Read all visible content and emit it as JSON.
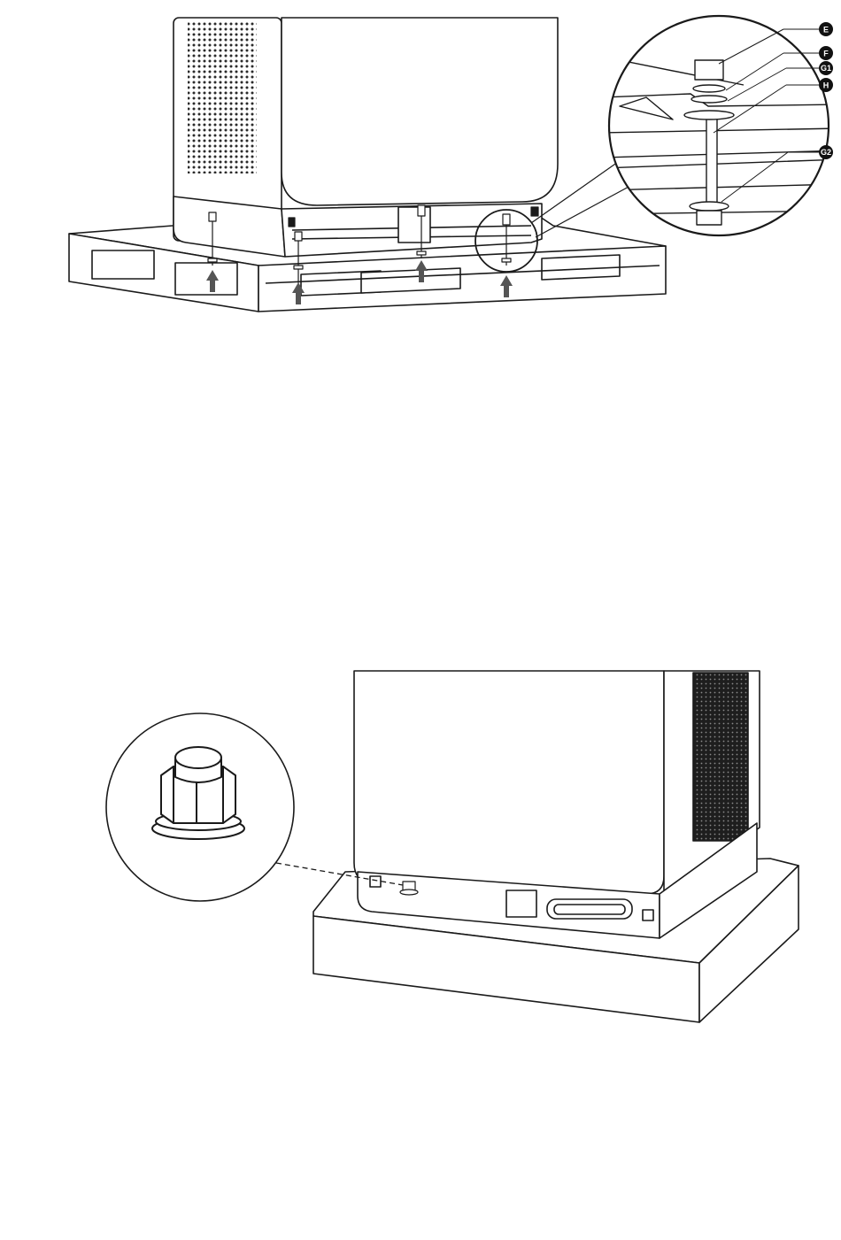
{
  "callouts": [
    {
      "id": "E",
      "text": "E"
    },
    {
      "id": "F",
      "text": "F"
    },
    {
      "id": "G1",
      "text": "G1"
    },
    {
      "id": "H",
      "text": "H"
    },
    {
      "id": "G2",
      "text": "G2"
    }
  ],
  "colors": {
    "line": "#1a1a1a",
    "arrow": "#555555",
    "vent": "#2b2b2b",
    "badge": "#111111",
    "background": "#ffffff"
  },
  "icons": [
    "up-arrow-icon",
    "hex-nut-icon",
    "magnifier-circle"
  ]
}
